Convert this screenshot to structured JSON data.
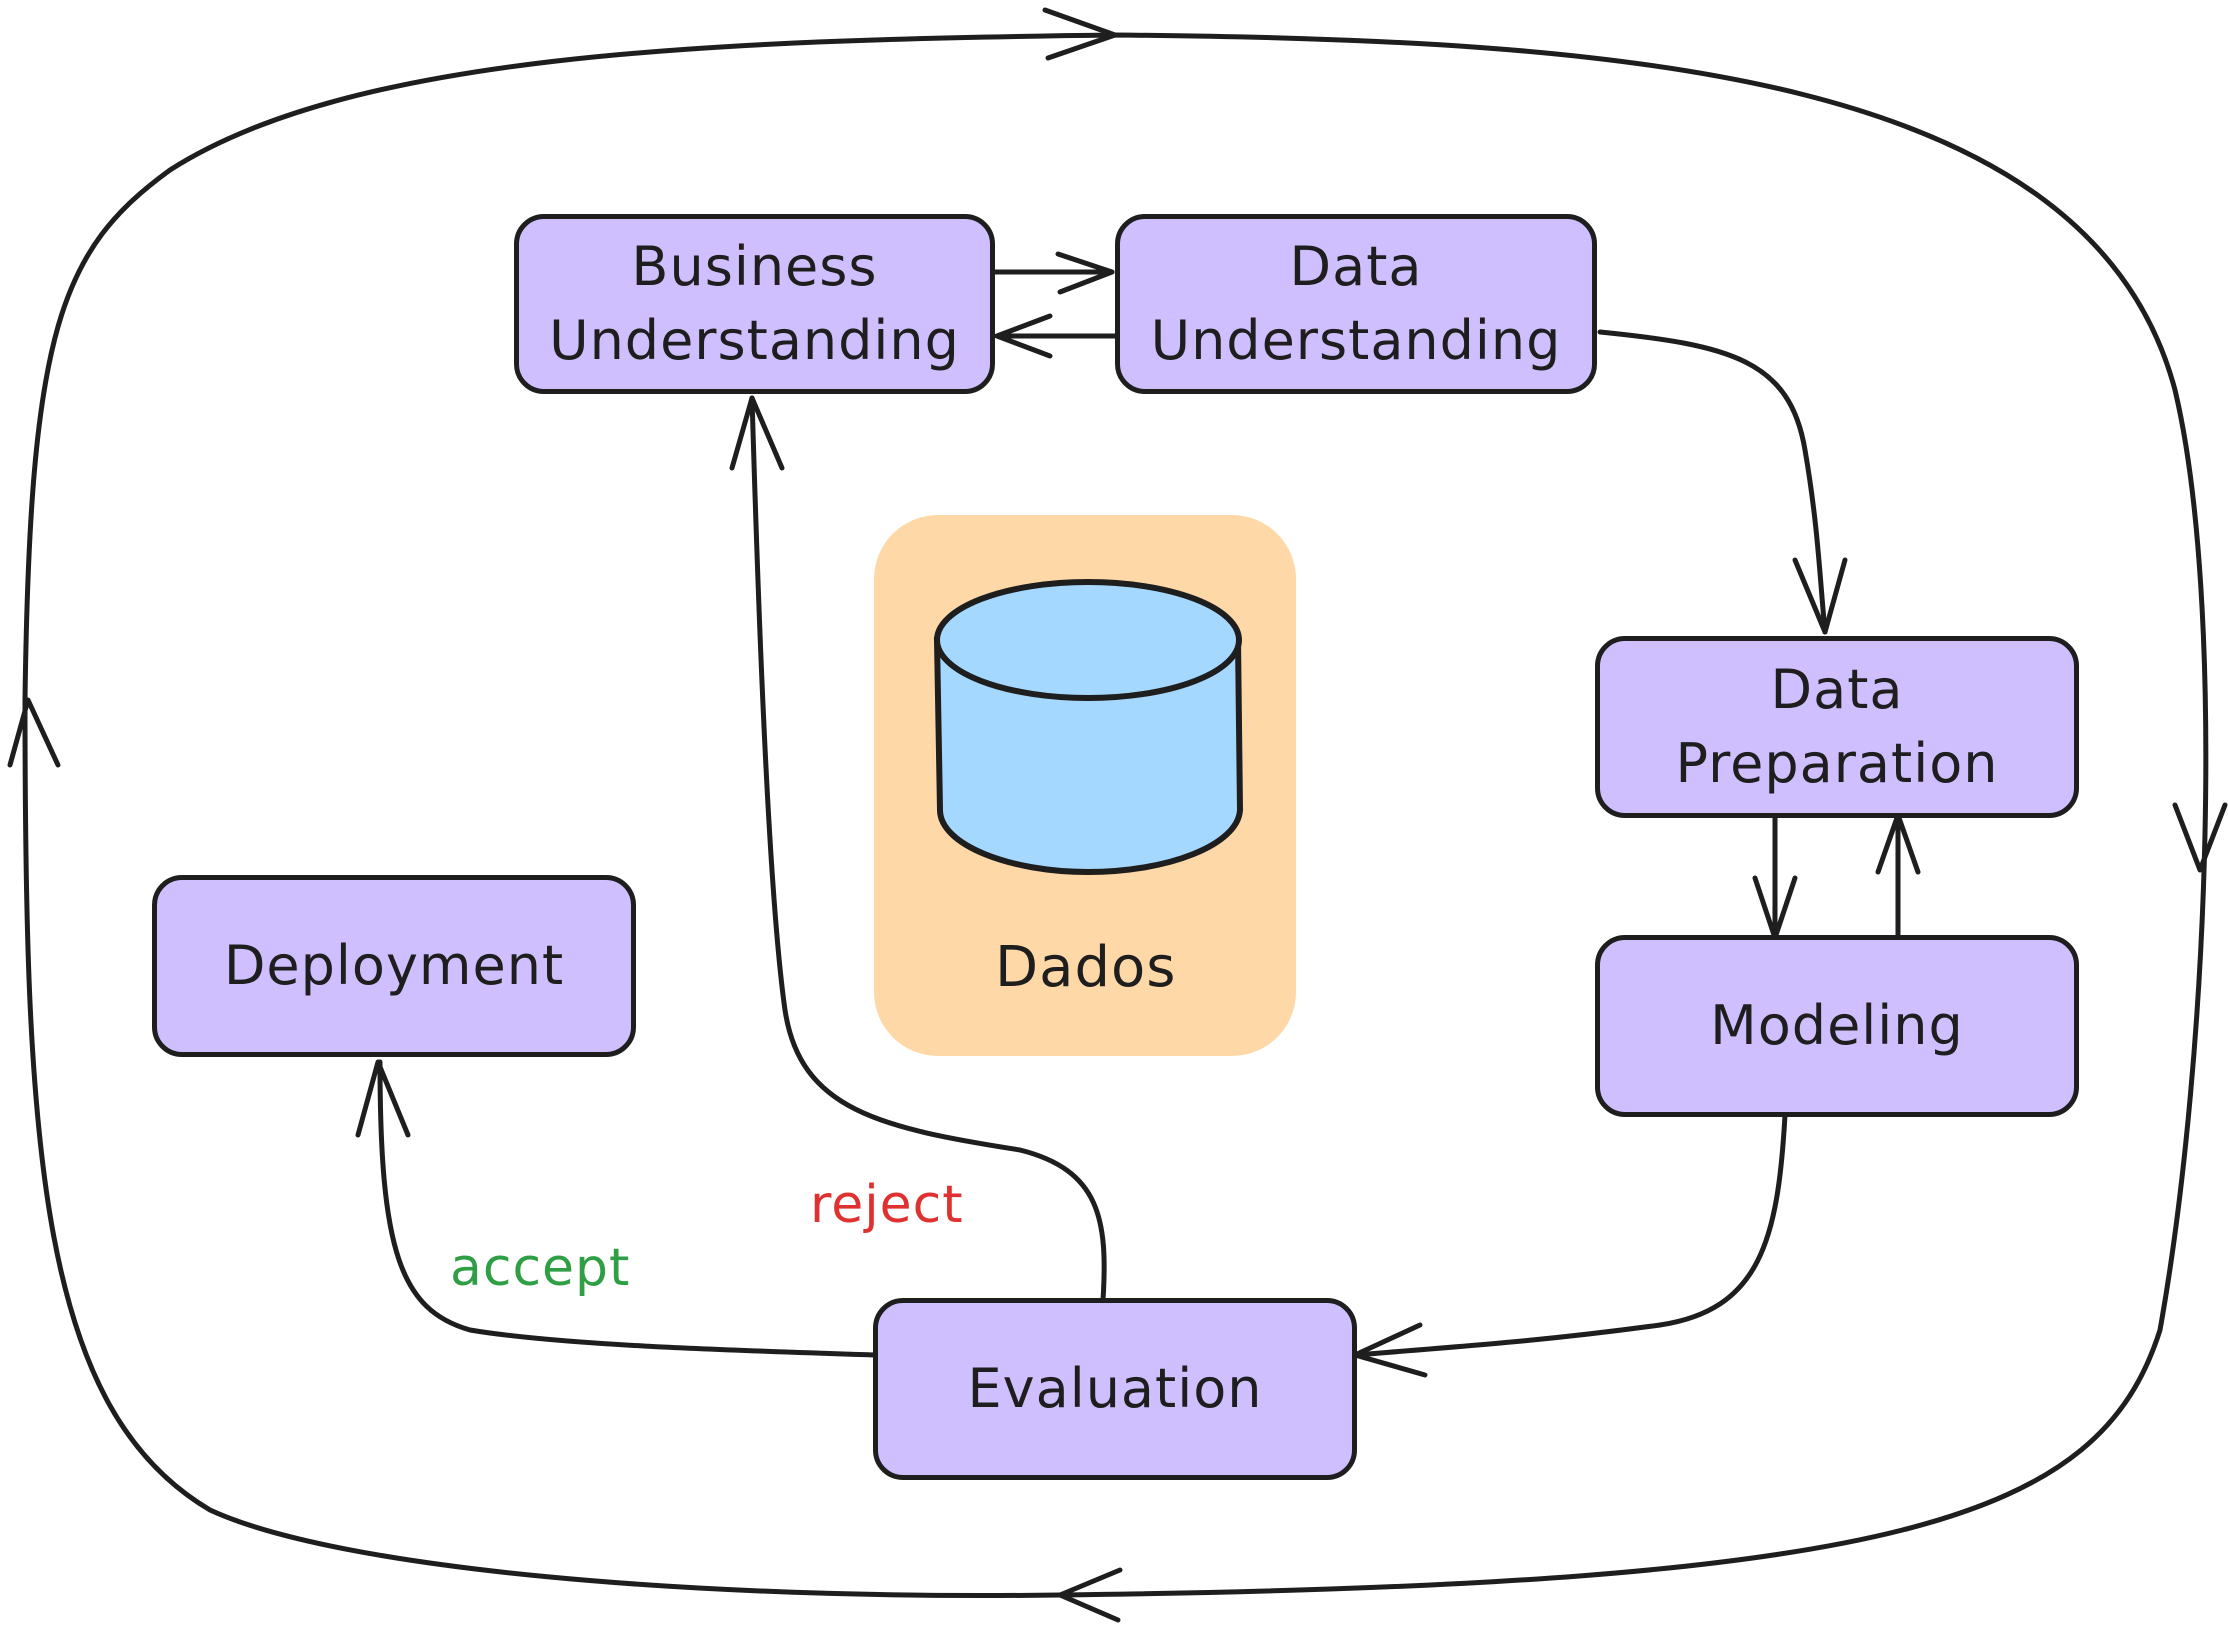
{
  "nodes": {
    "business_understanding": "Business\nUnderstanding",
    "data_understanding": "Data\nUnderstanding",
    "data_preparation": "Data\nPreparation",
    "modeling": "Modeling",
    "evaluation": "Evaluation",
    "deployment": "Deployment"
  },
  "data_store": {
    "label": "Dados"
  },
  "edge_labels": {
    "accept": "accept",
    "reject": "reject"
  },
  "colors": {
    "node_fill": "#d0bfff",
    "data_background": "#ffd8a8",
    "cylinder_fill": "#a5d8ff",
    "stroke": "#1e1e1e",
    "accept": "#2f9e44",
    "reject": "#e03131"
  }
}
